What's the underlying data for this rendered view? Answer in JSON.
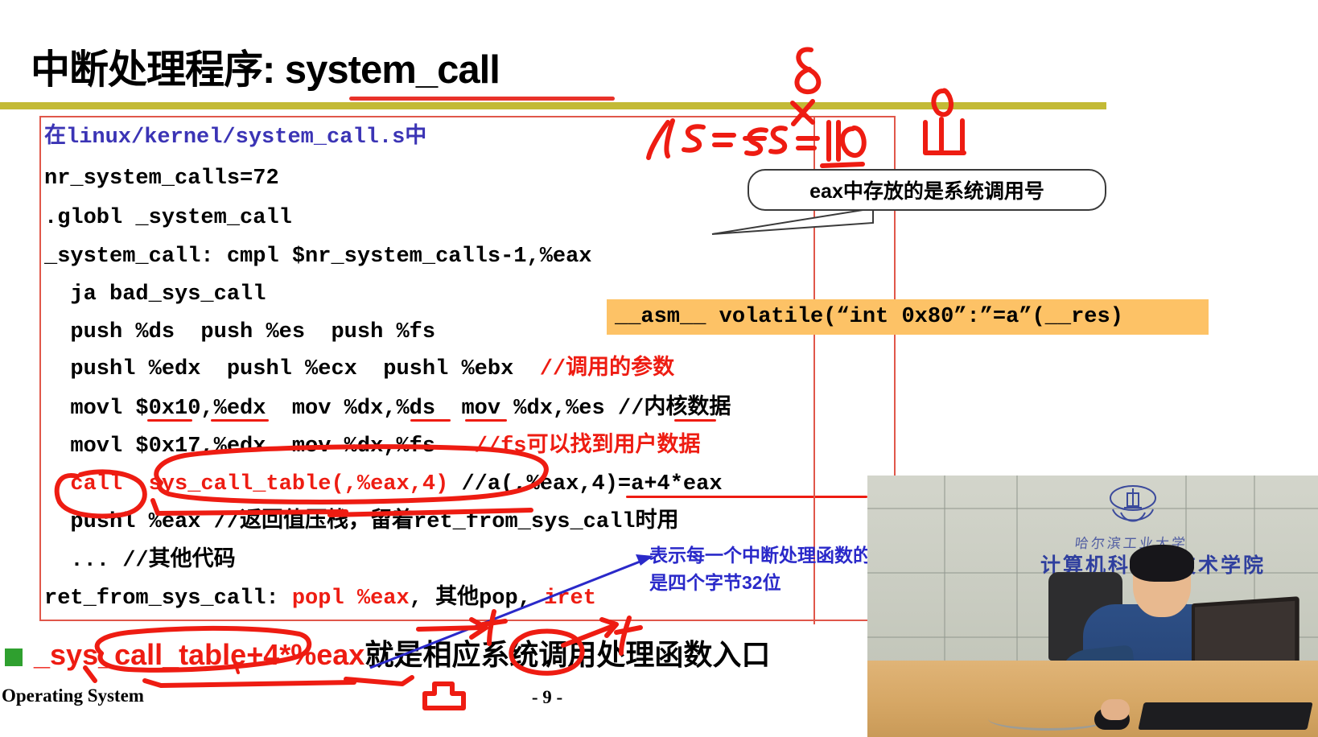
{
  "slide": {
    "title": "中断处理程序: system_call",
    "page_number": "- 9 -",
    "footer_left": "Operating System"
  },
  "code_lines": [
    {
      "id": "l1",
      "text": "在linux/kernel/system_call.s中"
    },
    {
      "id": "l2",
      "text": "nr_system_calls=72"
    },
    {
      "id": "l3",
      "text": ".globl _system_call"
    },
    {
      "id": "l4",
      "text": "_system_call: cmpl $nr_system_calls-1,%eax"
    },
    {
      "id": "l5",
      "text": "  ja bad_sys_call"
    },
    {
      "id": "l6",
      "text": "  push %ds  push %es  push %fs"
    },
    {
      "id": "l7a",
      "text": "  pushl %edx  pushl %ecx  pushl %ebx  "
    },
    {
      "id": "l7b",
      "text": "//调用的参数"
    },
    {
      "id": "l8a",
      "text": "  movl $0x10,%edx  mov %dx,%ds  mov %dx,%es "
    },
    {
      "id": "l8b",
      "text": "//内核数据"
    },
    {
      "id": "l9a",
      "text": "  movl $0x17,%edx  mov %dx,%fs   "
    },
    {
      "id": "l9b",
      "text": "//fs可以找到用户数据"
    },
    {
      "id": "l10a",
      "text": "  call  sys_call_table(,%eax,4) "
    },
    {
      "id": "l10b",
      "text": "//a(,%eax,4)=a+4*eax"
    },
    {
      "id": "l11",
      "text": "  pushl %eax //返回值压栈，留着ret_from_sys_call时用"
    },
    {
      "id": "l12",
      "text": "  ... //其他代码"
    },
    {
      "id": "l13a",
      "text": "ret_from_sys_call: "
    },
    {
      "id": "l13b",
      "text": "popl %eax"
    },
    {
      "id": "l13c",
      "text": ", 其他pop, "
    },
    {
      "id": "l13d",
      "text": "iret"
    }
  ],
  "callouts": {
    "eax_bubble": "eax中存放的是系统调用号",
    "asm_box": "__asm__ volatile(“int 0x80”:”=a”(__res)",
    "blue_note_line1": "表示每一个中断处理函数的地址",
    "blue_note_line2": "是四个字节32位"
  },
  "bullet": {
    "red_part": "_sys_call_table+4*%eax",
    "black_part": "就是相应系统调用处理函数入口"
  },
  "handwriting": {
    "digit_8": "8",
    "ds_es": "ds=es=10",
    "digit_0": "0",
    "shape_shan": "山",
    "digit_4": "4",
    "shape_tu": "凸",
    "x_mark": "X"
  },
  "video_overlay": {
    "university": "哈尔滨工业大学",
    "department": "计算机科学与技术学院"
  },
  "colors": {
    "gold_bar": "#c3ba36",
    "frame_red": "#e0574a",
    "ink_red": "#ee1c12",
    "code_blue": "#3b34b5",
    "note_blue": "#2a29c9",
    "asm_orange": "#fdc266",
    "bullet_green": "#2fa02f"
  }
}
